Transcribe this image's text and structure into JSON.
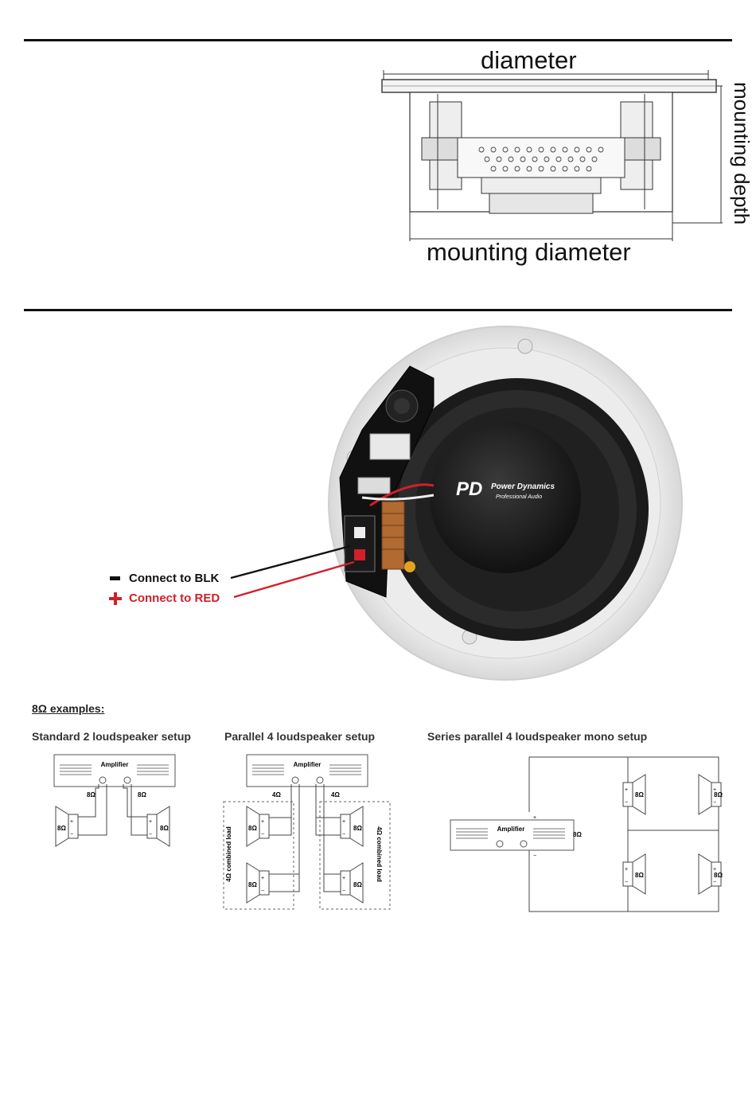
{
  "dimension_drawing": {
    "label_top": "diameter",
    "label_right": "mounting depth",
    "label_bottom": "mounting diameter"
  },
  "wiring_photo": {
    "brand_name": "Power Dynamics",
    "brand_tagline": "Professional Audio",
    "brand_logo_text": "PD",
    "negative_label": "Connect to BLK",
    "positive_label": "Connect to RED",
    "negative_color": "#111111",
    "positive_color": "#d0202a"
  },
  "examples": {
    "heading": "8Ω examples:",
    "amplifier_label": "Amplifier",
    "plus": "+",
    "minus": "−",
    "standard": {
      "title": "Standard 2 loudspeaker setup",
      "out_left": "8Ω",
      "out_right": "8Ω",
      "spk_left": "8Ω",
      "spk_right": "8Ω"
    },
    "parallel": {
      "title": "Parallel 4 loudspeaker setup",
      "out_left": "4Ω",
      "out_right": "4Ω",
      "spk_tl": "8Ω",
      "spk_bl": "8Ω",
      "spk_tr": "8Ω",
      "spk_br": "8Ω",
      "combined_left": "4Ω combined load",
      "combined_right": "4Ω combined load"
    },
    "series": {
      "title": "Series parallel 4 loudspeaker mono setup",
      "out": "8Ω",
      "spk_1": "8Ω",
      "spk_2": "8Ω",
      "spk_3": "8Ω",
      "spk_4": "8Ω"
    }
  }
}
